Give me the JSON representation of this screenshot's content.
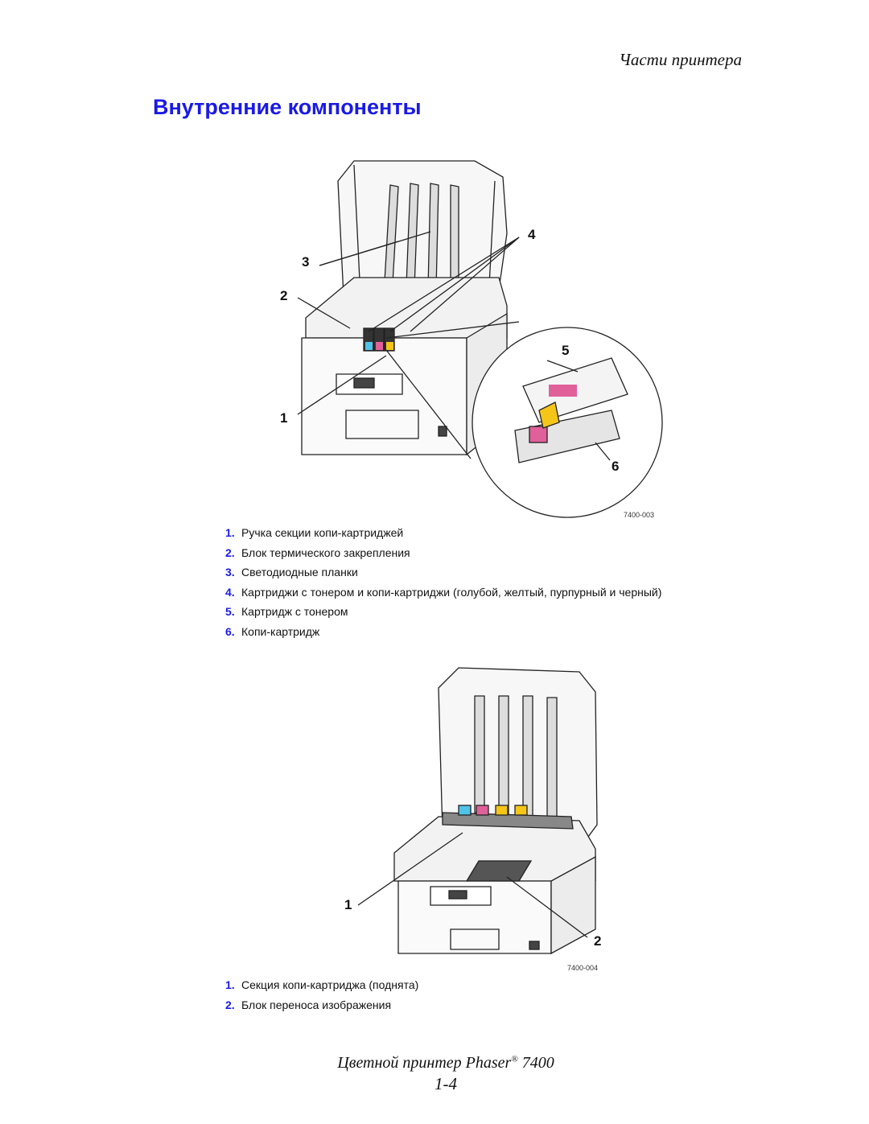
{
  "header": {
    "section_title": "Части принтера"
  },
  "page_title": "Внутренние компоненты",
  "figure1": {
    "code": "7400-003",
    "callouts": [
      "1",
      "2",
      "3",
      "4",
      "5",
      "6"
    ],
    "legend": [
      {
        "num": "1.",
        "text": "Ручка секции копи-картриджей"
      },
      {
        "num": "2.",
        "text": "Блок термического закрепления"
      },
      {
        "num": "3.",
        "text": "Светодиодные планки"
      },
      {
        "num": "4.",
        "text": "Картриджи с тонером и копи-картриджи (голубой, желтый, пурпурный и черный)"
      },
      {
        "num": "5.",
        "text": "Картридж с тонером"
      },
      {
        "num": "6.",
        "text": "Копи-картридж"
      }
    ]
  },
  "figure2": {
    "code": "7400-004",
    "callouts": [
      "1",
      "2"
    ],
    "legend": [
      {
        "num": "1.",
        "text": "Секция копи-картриджа (поднята)"
      },
      {
        "num": "2.",
        "text": "Блок переноса изображения"
      }
    ]
  },
  "footer": {
    "product_prefix": "Цветной принтер Phaser",
    "registered_mark": "®",
    "model": " 7400",
    "page_number": "1-4"
  },
  "colors": {
    "heading_blue": "#1a1ae6",
    "cyan": "#4fc3e8",
    "magenta": "#e0609a",
    "yellow": "#f5c518",
    "black": "#222222"
  }
}
